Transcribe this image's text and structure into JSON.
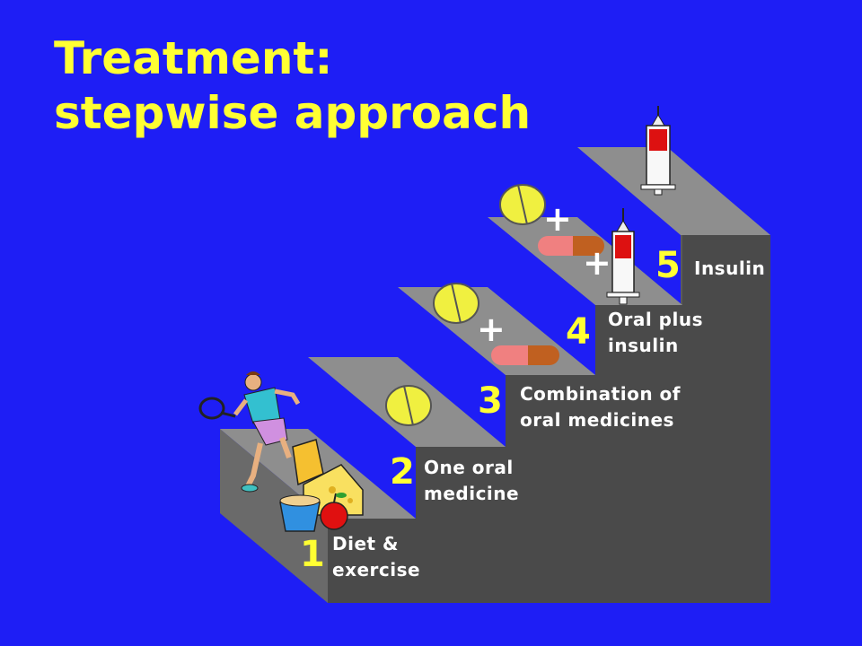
{
  "title": {
    "line1": "Treatment:",
    "line2": "stepwise approach"
  },
  "steps": [
    {
      "number": "1",
      "label_line1": "Diet &",
      "label_line2": "exercise"
    },
    {
      "number": "2",
      "label_line1": "One oral",
      "label_line2": "medicine"
    },
    {
      "number": "3",
      "label_line1": "Combination of",
      "label_line2": "oral medicines"
    },
    {
      "number": "4",
      "label_line1": "Oral plus",
      "label_line2": "insulin"
    },
    {
      "number": "5",
      "label_line1": "Insulin",
      "label_line2": ""
    }
  ],
  "plus_sign": "+",
  "colors": {
    "background": "#1e1ef5",
    "title": "#ffff33",
    "numbers": "#ffff33",
    "labels": "#ffffff",
    "stair_front": "#4a4a4a",
    "stair_side": "#5a5a5a",
    "stair_top": "#8e8e8e",
    "pill": "#f0f040",
    "capsule_left": "#f08080",
    "capsule_right": "#c06020",
    "syringe_fluid": "#dd1111"
  },
  "icons": [
    "tennis-player-icon",
    "food-icon",
    "apple-icon",
    "pill-icon",
    "capsule-icon",
    "syringe-icon"
  ]
}
